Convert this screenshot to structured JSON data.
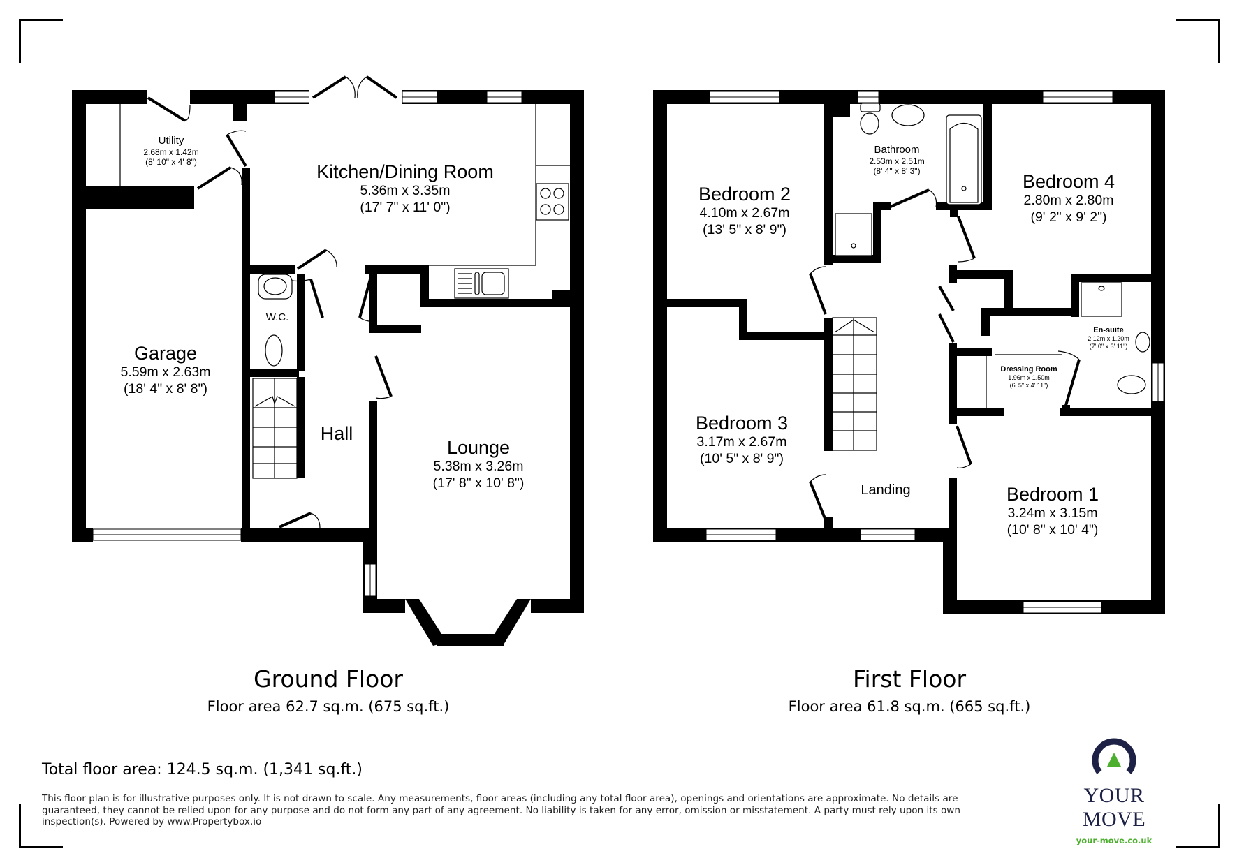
{
  "ground_floor": {
    "title": "Ground Floor",
    "area": "Floor area 62.7 sq.m. (675 sq.ft.)",
    "rooms": {
      "utility": {
        "name": "Utility",
        "metric": "2.68m x 1.42m",
        "imperial": "(8' 10\" x 4' 8\")"
      },
      "kitchen": {
        "name": "Kitchen/Dining Room",
        "metric": "5.36m x 3.35m",
        "imperial": "(17' 7\" x 11' 0\")"
      },
      "wc": {
        "name": "W.C."
      },
      "garage": {
        "name": "Garage",
        "metric": "5.59m x 2.63m",
        "imperial": "(18' 4\" x 8' 8\")"
      },
      "hall": {
        "name": "Hall"
      },
      "lounge": {
        "name": "Lounge",
        "metric": "5.38m x 3.26m",
        "imperial": "(17' 8\" x 10' 8\")"
      }
    }
  },
  "first_floor": {
    "title": "First Floor",
    "area": "Floor area 61.8 sq.m. (665 sq.ft.)",
    "rooms": {
      "bedroom2": {
        "name": "Bedroom 2",
        "metric": "4.10m x 2.67m",
        "imperial": "(13' 5\" x 8' 9\")"
      },
      "bathroom": {
        "name": "Bathroom",
        "metric": "2.53m x 2.51m",
        "imperial": "(8' 4\" x 8' 3\")"
      },
      "bedroom4": {
        "name": "Bedroom 4",
        "metric": "2.80m x 2.80m",
        "imperial": "(9' 2\" x 9' 2\")"
      },
      "ensuite": {
        "name": "En-suite",
        "metric": "2.12m x 1.20m",
        "imperial": "(7' 0\" x 3' 11\")"
      },
      "dressing": {
        "name": "Dressing Room",
        "metric": "1.96m x 1.50m",
        "imperial": "(6' 5\" x 4' 11\")"
      },
      "bedroom3": {
        "name": "Bedroom 3",
        "metric": "3.17m x 2.67m",
        "imperial": "(10' 5\" x 8' 9\")"
      },
      "landing": {
        "name": "Landing"
      },
      "bedroom1": {
        "name": "Bedroom 1",
        "metric": "3.24m x 3.15m",
        "imperial": "(10' 8\" x 10' 4\")"
      }
    }
  },
  "total_area": "Total floor area: 124.5 sq.m. (1,341 sq.ft.)",
  "disclaimer": "This floor plan is for illustrative purposes only. It is not drawn to scale. Any measurements, floor areas (including any total floor area), openings and orientations are approximate. No details are guaranteed, they cannot be relied upon for any purpose and do not form any part of any agreement. No liability is taken for any error, omission or misstatement. A party must rely upon its own inspection(s). Powered by www.Propertybox.io",
  "logo": {
    "brand": "YOUR MOVE",
    "url": "your-move.co.uk",
    "colors": {
      "navy": "#1c2145",
      "green": "#4caf2e"
    }
  }
}
